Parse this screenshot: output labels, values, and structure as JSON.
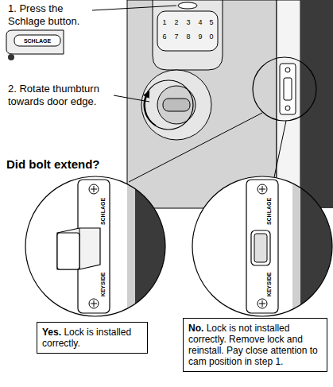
{
  "diagram": {
    "title": "Did bolt extend?",
    "nodes": [
      {
        "text": [
          "Yes.",
          "Lock is installed correctly."
        ]
      },
      {
        "text": [
          "No.",
          "Lock is not installed correctly. Remove lock and reinstall. Pay close attention to cam position in step 1."
        ]
      }
    ],
    "edges": [],
    "labels": [
      "1. Press the Schlage button.",
      "SCHLAGE",
      "1",
      "2",
      "3",
      "4",
      "5",
      "6",
      "7",
      "8",
      "9",
      "0",
      "2. Rotate thumbturn towards door edge.",
      "SCHLAGE",
      "KEYSIDE",
      "SCHLAGE",
      "KEYSIDE"
    ]
  }
}
